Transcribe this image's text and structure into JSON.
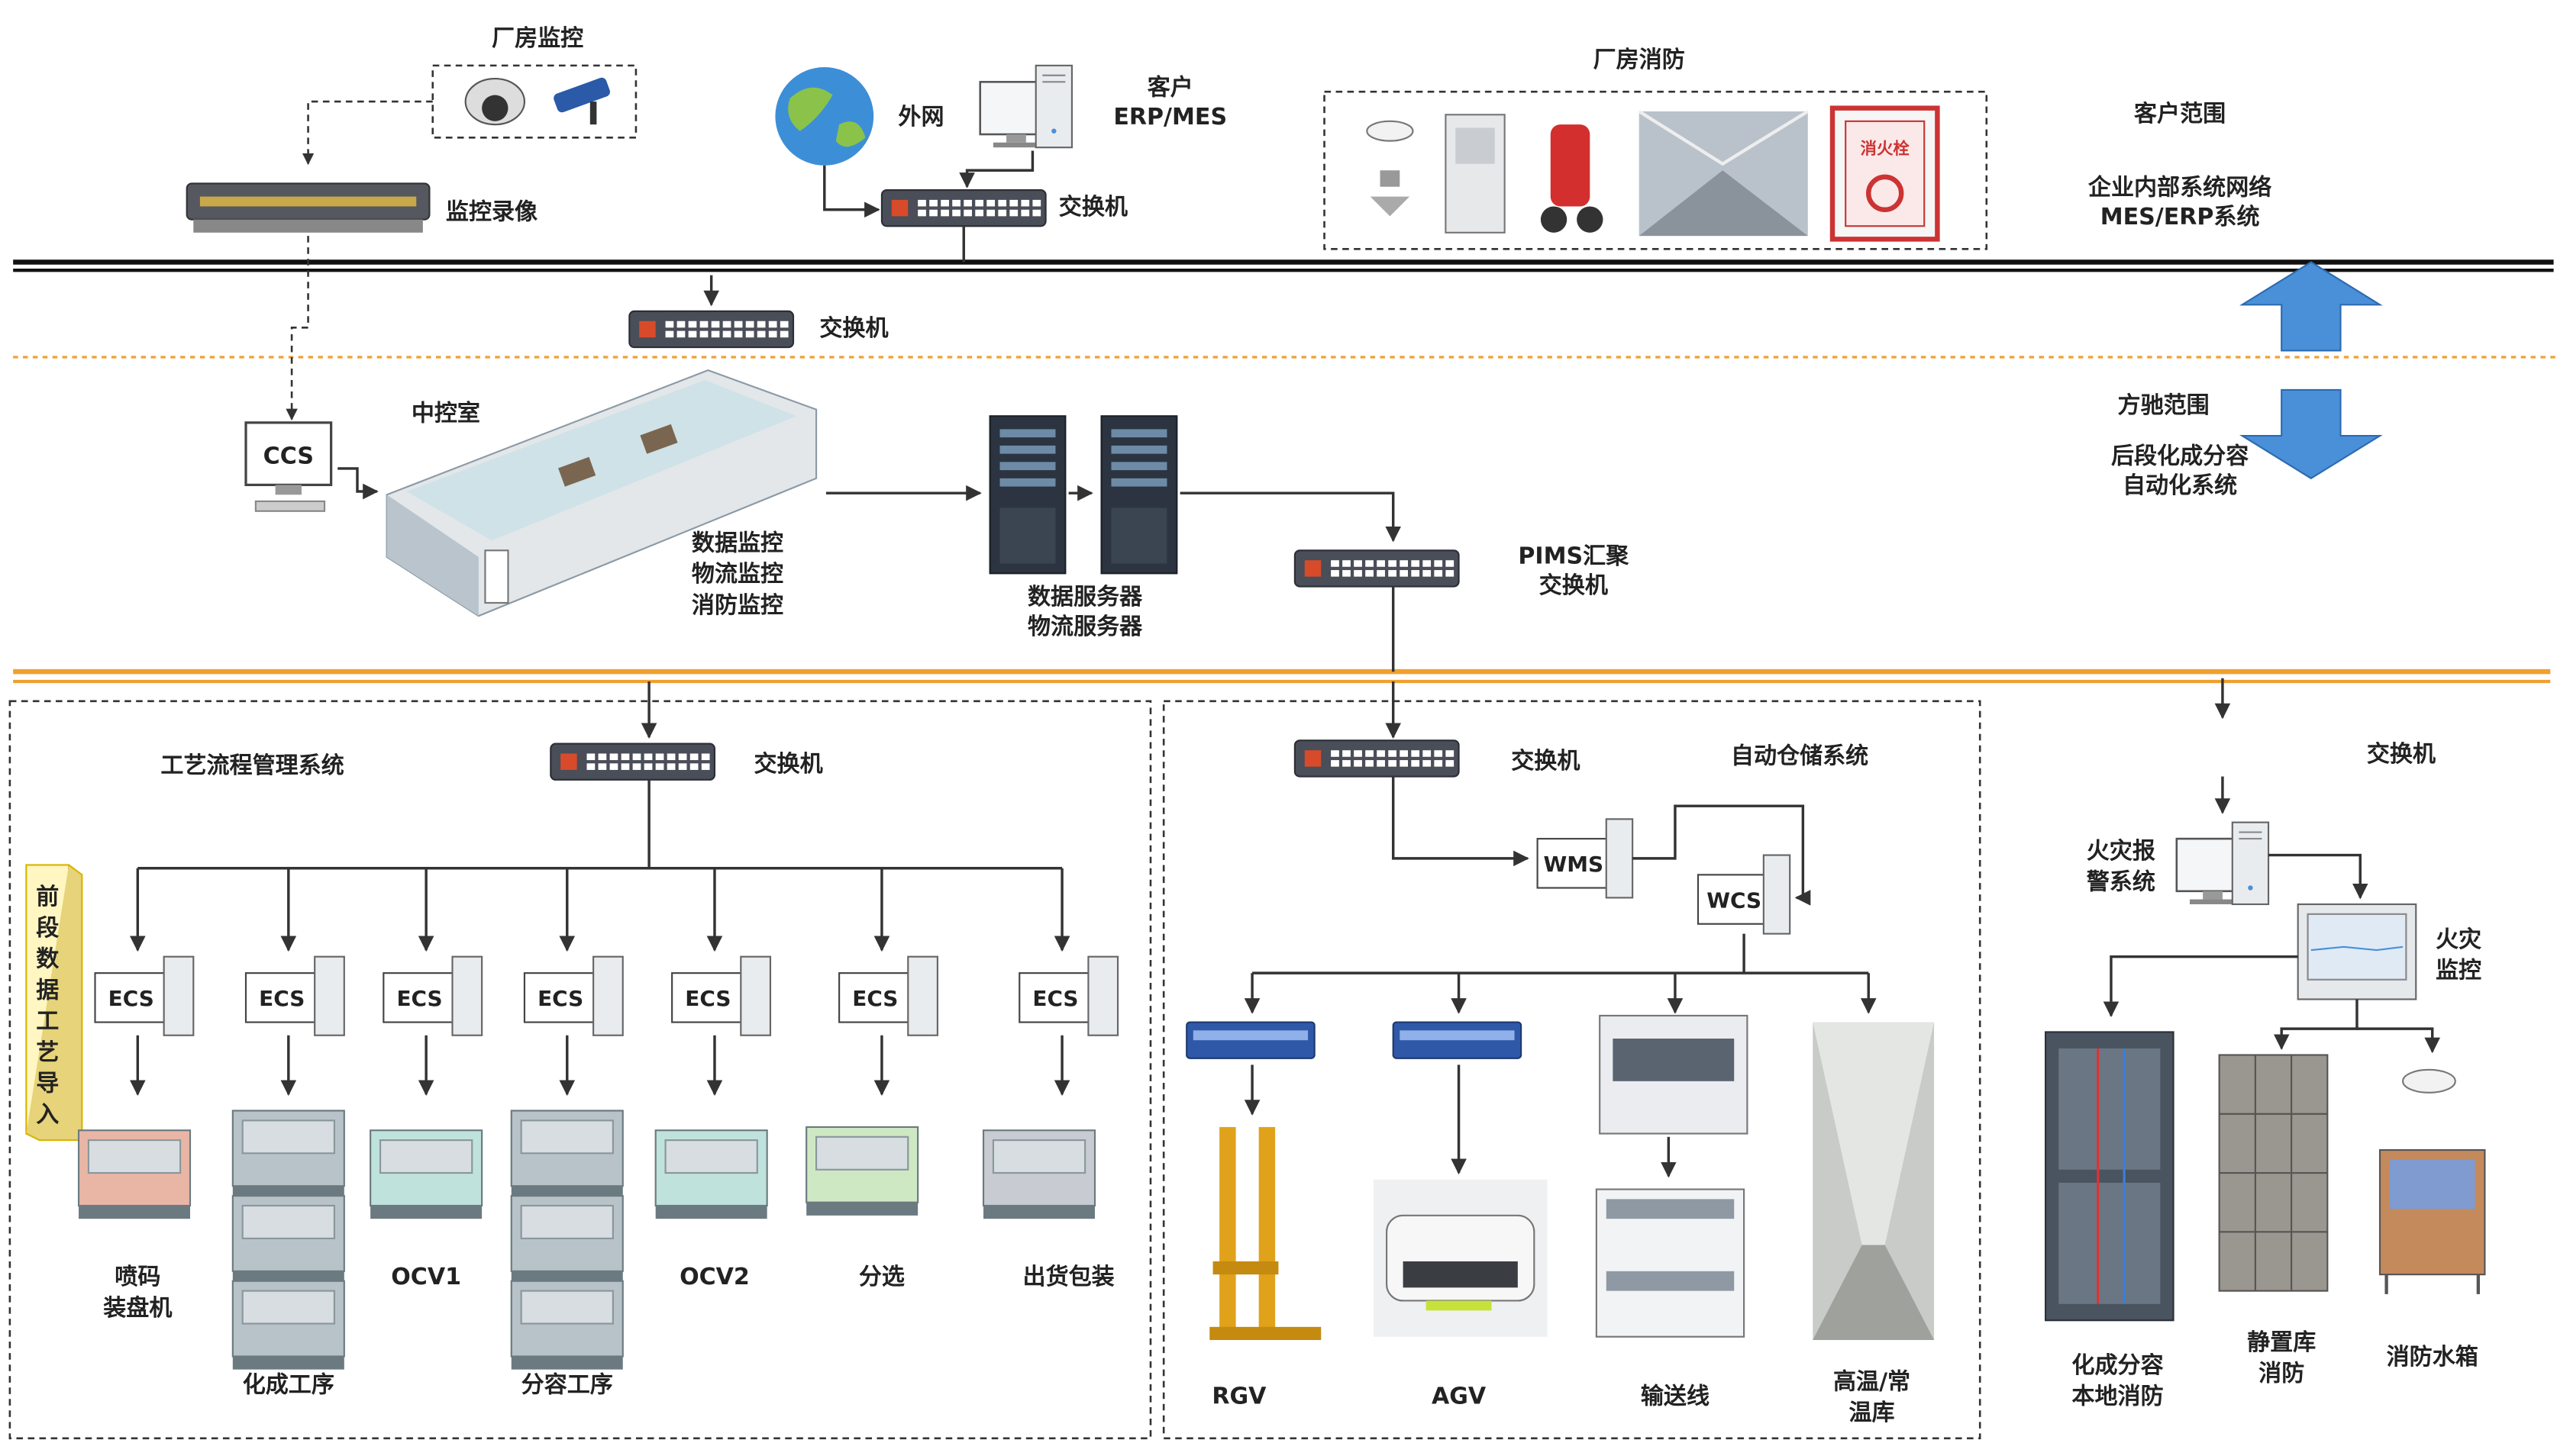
{
  "top": {
    "plant_monitor": "厂房监控",
    "recorder": "监控录像",
    "internet": "外网",
    "customer_erp": [
      "客户",
      "ERP/MES"
    ],
    "switch": "交换机",
    "fire_protection": "厂房消防",
    "fire_hydrant_sign": "消火栓",
    "switch2": "交换机"
  },
  "scope": {
    "customer": "客户范围",
    "customer_desc": [
      "企业内部系统网络",
      "MES/ERP系统"
    ],
    "fangchi": "方驰范围",
    "fangchi_desc": [
      "后段化成分容",
      "自动化系统"
    ]
  },
  "control": {
    "ccs": "CCS",
    "room": "中控室",
    "room_functions": [
      "数据监控",
      "物流监控",
      "消防监控"
    ],
    "servers": [
      "数据服务器",
      "物流服务器"
    ],
    "pims": [
      "PIMS汇聚",
      "交换机"
    ]
  },
  "process": {
    "title": "工艺流程管理系统",
    "switch": "交换机",
    "side_label": "前段数据工艺导入",
    "ecs": "ECS",
    "stations": [
      "喷码\n装盘机",
      "化成工序",
      "OCV1",
      "分容工序",
      "OCV2",
      "分选",
      "出货包装"
    ]
  },
  "warehouse": {
    "switch": "交换机",
    "title": "自动仓储系统",
    "wms": "WMS",
    "wcs": "WCS",
    "items": [
      "RGV",
      "AGV",
      "输送线",
      "高温/常\n温库"
    ]
  },
  "fire": {
    "switch": "交换机",
    "alarm_system": [
      "火灾报",
      "警系统"
    ],
    "monitor": [
      "火灾",
      "监控"
    ],
    "items": [
      "化成分容\n本地消防",
      "静置库\n消防",
      "消防水箱"
    ]
  },
  "colors": {
    "arrow_blue": "#4a90d9",
    "orange_line": "#f0a030",
    "switch_dark": "#4a4e58"
  }
}
